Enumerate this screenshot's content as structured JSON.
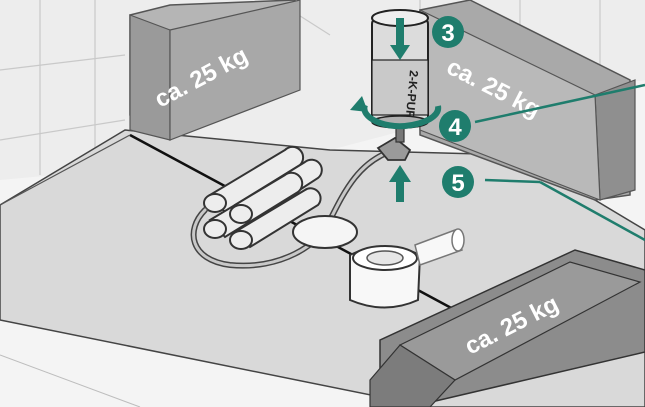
{
  "weights": [
    {
      "label": "ca. 25 kg"
    },
    {
      "label": "ca. 25 kg"
    },
    {
      "label": "ca. 25 kg"
    }
  ],
  "cartridge": {
    "label": "2-K-PUR"
  },
  "steps": [
    {
      "number": "3"
    },
    {
      "number": "4"
    },
    {
      "number": "5"
    }
  ],
  "colors": {
    "step_badge": "#1f7d6d",
    "arrow": "#1f7d6d",
    "leader_line": "#1f7d6d",
    "weight_fill": "#8f8f8f",
    "floor_fill": "#d7d7d7",
    "hose": "#9a9a9a"
  }
}
